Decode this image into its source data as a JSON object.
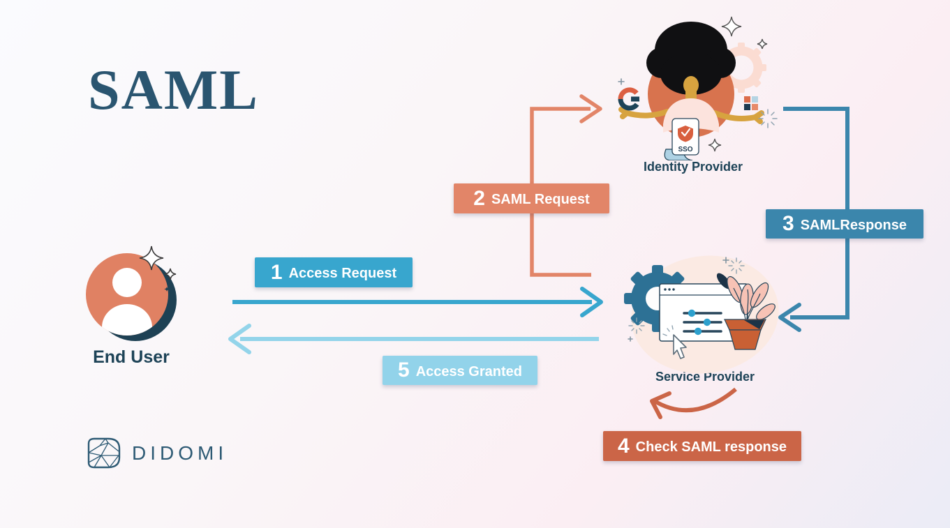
{
  "title": "SAML",
  "actors": {
    "end_user": {
      "label": "End User"
    },
    "identity_provider": {
      "label": "Identity Provider",
      "sso_badge": "SSO"
    },
    "service_provider": {
      "label": "Service Provider"
    }
  },
  "steps": [
    {
      "num": "1",
      "label": "Access Request",
      "color": "#38a6ce"
    },
    {
      "num": "2",
      "label": "SAML Request",
      "color": "#e28568"
    },
    {
      "num": "3",
      "label": "SAMLResponse",
      "color": "#3b86ac"
    },
    {
      "num": "4",
      "label": "Check SAML response",
      "color": "#cb6547"
    },
    {
      "num": "5",
      "label": "Access Granted",
      "color": "#92d3ea"
    }
  ],
  "branding": {
    "logo_text": "DIDOMI"
  },
  "colors": {
    "title_text": "#2a5570",
    "actor_label_text": "#1d4357",
    "background_top": "#fafbfe",
    "background_pink": "#fbeef3",
    "background_bottom": "#ebecf6",
    "end_user_circle": "#e08163",
    "end_user_shadow": "#1e4154"
  }
}
